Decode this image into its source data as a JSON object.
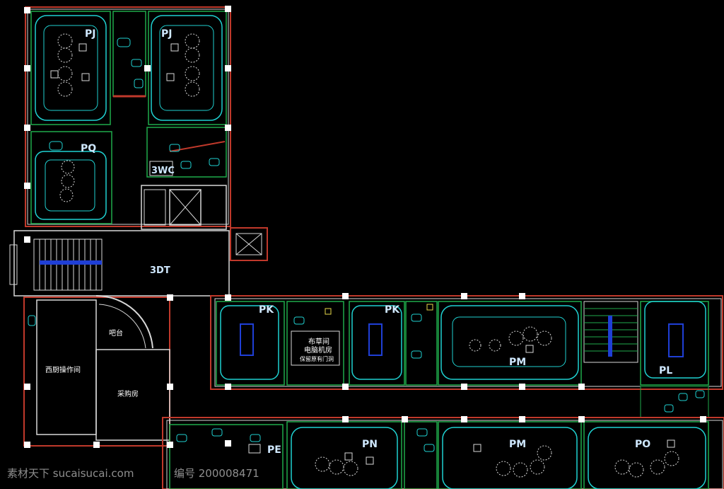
{
  "rooms": {
    "pj_left": "PJ",
    "pj_right": "PJ",
    "pq": "PQ",
    "wc3": "3WC",
    "dt3": "3DT",
    "bar": "吧台",
    "kitchen": "西厨操作间",
    "purchase": "采购房",
    "pk_left": "PK",
    "pk_right": "PK",
    "storage": "布草间",
    "server_room": "电脑机房",
    "server_note": "保留原有门洞",
    "pm_top": "PM",
    "pl": "PL",
    "pe": "PE",
    "pn": "PN",
    "pm_bottom": "PM",
    "po": "PO"
  },
  "watermark": {
    "site": "素材天下 sucaisucai.com",
    "id": "编号 200008471"
  },
  "colors": {
    "background": "#000000",
    "wall_red": "#c0392b",
    "inner_green": "#1faa4b",
    "furniture_cyan": "#1fd1d1",
    "fixture_yellow": "#e6d84a",
    "stair_blue": "#1f3fd6",
    "column_white": "#ffffff"
  }
}
